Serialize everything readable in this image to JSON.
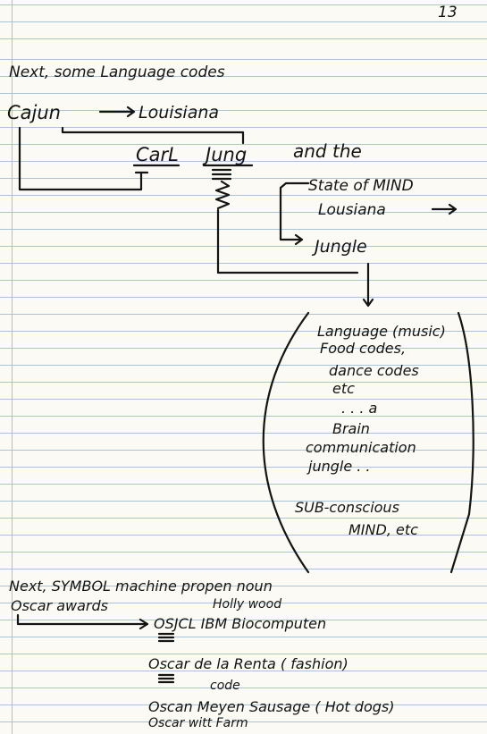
{
  "page_number": "13",
  "section1": {
    "heading": "Next, some Language codes",
    "cajun": "Cajun",
    "louisiana": "Louisiana",
    "carl": "CarL",
    "jung": "Jung",
    "and_the": "and the",
    "state_of_mind": "State of MIND",
    "louisiana2": "Lousiana",
    "jungle": "Jungle",
    "note_lines": [
      "Language (music)",
      "Food codes,",
      "dance codes",
      "etc",
      ". . .   a",
      "Brain",
      "communication",
      "jungle . .",
      "SUB-conscious",
      "MIND, etc"
    ]
  },
  "section2": {
    "heading": "Next, SYMBOL machine propen noun",
    "oscar_awards": "Oscar  awards",
    "hollywood": "Holly wood",
    "osjcl": "OSJCL  IBM  Biocomputen",
    "renta": "Oscar  de la  Renta ( fashion)",
    "code": "code",
    "meyer": "Oscan  Meyen  Sausage ( Hot dogs)",
    "witt": "Oscar  witt  Farm"
  }
}
